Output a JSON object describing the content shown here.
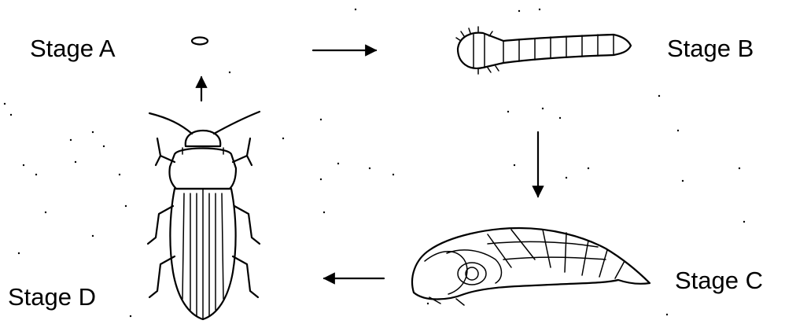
{
  "labels": {
    "stage_a": "Stage A",
    "stage_b": "Stage B",
    "stage_c": "Stage C",
    "stage_d": "Stage D"
  },
  "icons": {
    "egg": "egg-icon",
    "larva": "larva-icon",
    "pupa": "pupa-icon",
    "beetle": "beetle-icon"
  }
}
